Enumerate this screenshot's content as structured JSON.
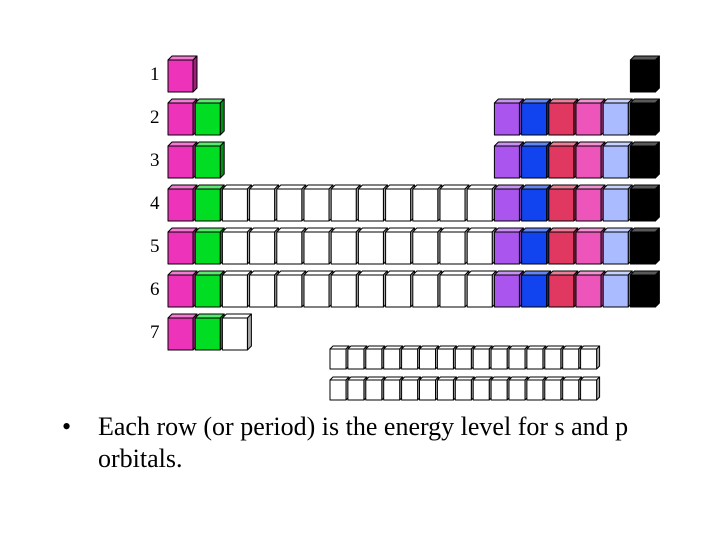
{
  "periods": [
    "1",
    "2",
    "3",
    "4",
    "5",
    "6",
    "7"
  ],
  "colors": {
    "s1": "#ee33bb",
    "s2": "#00dd22",
    "d": "#ffffff",
    "p1": "#aa55ee",
    "p2": "#1144ee",
    "p3": "#e03860",
    "p4": "#ee55bb",
    "p5": "#aabbff",
    "p6": "#000000"
  },
  "rows": [
    [
      "s1",
      null,
      null,
      null,
      null,
      null,
      null,
      null,
      null,
      null,
      null,
      null,
      null,
      null,
      null,
      null,
      null,
      "p6"
    ],
    [
      "s1",
      "s2",
      null,
      null,
      null,
      null,
      null,
      null,
      null,
      null,
      null,
      null,
      "p1",
      "p2",
      "p3",
      "p4",
      "p5",
      "p6"
    ],
    [
      "s1",
      "s2",
      null,
      null,
      null,
      null,
      null,
      null,
      null,
      null,
      null,
      null,
      "p1",
      "p2",
      "p3",
      "p4",
      "p5",
      "p6"
    ],
    [
      "s1",
      "s2",
      "d",
      "d",
      "d",
      "d",
      "d",
      "d",
      "d",
      "d",
      "d",
      "d",
      "p1",
      "p2",
      "p3",
      "p4",
      "p5",
      "p6"
    ],
    [
      "s1",
      "s2",
      "d",
      "d",
      "d",
      "d",
      "d",
      "d",
      "d",
      "d",
      "d",
      "d",
      "p1",
      "p2",
      "p3",
      "p4",
      "p5",
      "p6"
    ],
    [
      "s1",
      "s2",
      "d",
      "d",
      "d",
      "d",
      "d",
      "d",
      "d",
      "d",
      "d",
      "d",
      "p1",
      "p2",
      "p3",
      "p4",
      "p5",
      "p6"
    ],
    [
      "s1",
      "s2",
      "d",
      null,
      null,
      null,
      null,
      null,
      null,
      null,
      null,
      null,
      null,
      null,
      null,
      null,
      null,
      null
    ]
  ],
  "f_block": {
    "rows": 2,
    "cells_per_row": 15
  },
  "caption": {
    "bullet": "•",
    "text": "Each row (or period) is the energy level for s and p orbitals."
  }
}
